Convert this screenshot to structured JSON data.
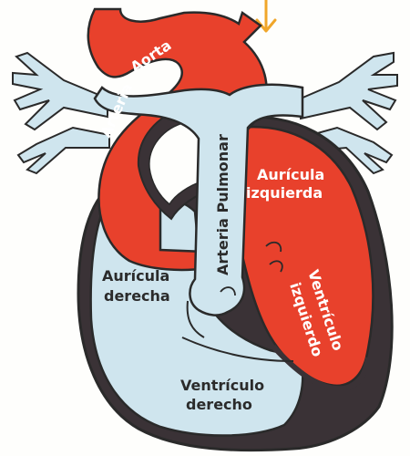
{
  "labels": {
    "arteria": "Arteria",
    "aorta": "Aorta",
    "arteria_pulmonar": "Arteria  Pulmonar",
    "auricula_izq_1": "Aurícula",
    "auricula_izq_2": "izquierda",
    "ventriculo_izq_1": "Ventrículo",
    "ventriculo_izq_2": "izquierdo",
    "auricula_der_1": "Aurícula",
    "auricula_der_2": "derecha",
    "ventriculo_der_1": "Ventrículo",
    "ventriculo_der_2": "derecho"
  },
  "colors": {
    "oxygenated": "#e8412c",
    "deoxygenated": "#cfe5ee",
    "outline": "#2a2a2a",
    "wall_dark": "#3a3236",
    "background": "#fefefc",
    "arrow": "#f0a62a"
  },
  "icons": {
    "marker": "down-arrow-icon"
  }
}
